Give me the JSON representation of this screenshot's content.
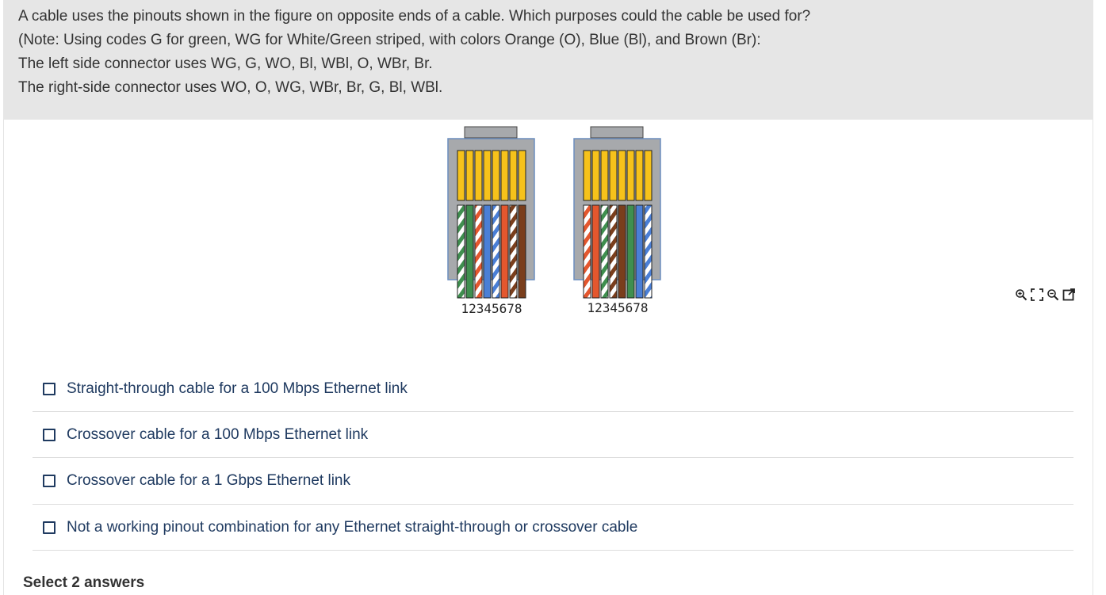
{
  "question": {
    "lines": [
      "A cable uses the pinouts shown in the figure on opposite ends of a cable. Which purposes could the cable be used for?",
      "(Note: Using codes G for green, WG for White/Green striped, with colors Orange (O), Blue (Bl), and Brown (Br):",
      "The left side connector uses WG, G, WO, Bl, WBl, O, WBr, Br.",
      "The right-side connector uses WO, O, WG, WBr, Br, G, Bl, WBl."
    ]
  },
  "figure": {
    "left_connector": {
      "pin_label": "12345678",
      "wires": [
        "WG",
        "G",
        "WO",
        "Bl",
        "WBl",
        "O",
        "WBr",
        "Br"
      ]
    },
    "right_connector": {
      "pin_label": "12345678",
      "wires": [
        "WO",
        "O",
        "WG",
        "WBr",
        "Br",
        "G",
        "Bl",
        "WBl"
      ]
    },
    "colors": {
      "G": "#3f8f4f",
      "O": "#e4572e",
      "Bl": "#4a7fd6",
      "Br": "#7a3e1c",
      "gold": "#f6c21b",
      "body": "#a7a9ac",
      "border": "#6c8ebf"
    },
    "toolbar_icons": [
      "zoom-in-icon",
      "fullscreen-icon",
      "zoom-out-icon",
      "open-external-icon"
    ]
  },
  "answers": [
    {
      "label": "Straight-through cable for a 100 Mbps Ethernet link"
    },
    {
      "label": "Crossover cable for a 100 Mbps Ethernet link"
    },
    {
      "label": "Crossover cable for a 1 Gbps Ethernet link"
    },
    {
      "label": "Not a working pinout combination for any Ethernet straight-through or crossover cable"
    }
  ],
  "instruction": "Select 2 answers"
}
